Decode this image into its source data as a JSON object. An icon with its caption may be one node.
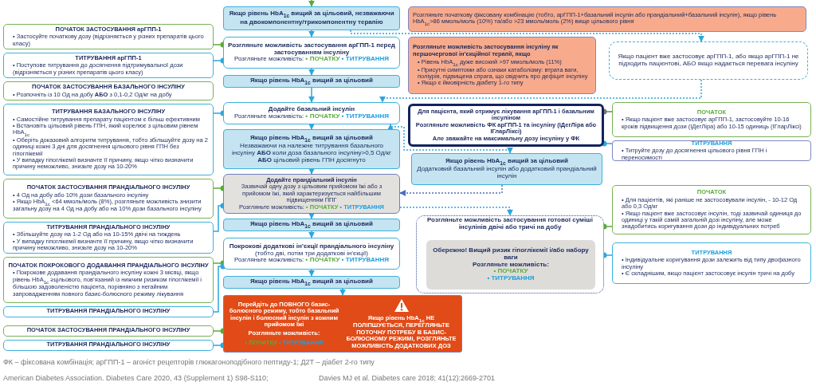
{
  "diagram": {
    "nodes": [
      {
        "text": [
          "Якщо рівень HbA$_{1c}$ вищий за цільовий, незважаючи на двокомпонентну/трикомпонентну терапію"
        ]
      },
      {
        "text": [
          "Розгляньте початкову фіксовану комбінацію (тобто, арГПП-1+базальний інсулін або прандіальний+базальний інсулін), якщо рівень HbA$_{1c}$>86 ммоль/моль (10%) та/або >23 ммоль/моль (2%) вище цільового рівня"
        ]
      },
      {
        "text": [
          "ПОЧАТОК ЗАСТОСУВАННЯ арГПП-1",
          "• Застосуйте початкову дозу (відрізняється у різних препаратів цього класу)"
        ]
      },
      {
        "text": [
          "ТИТРУВАННЯ арГПП-1",
          "• Поступове титрування до досягнення підтримувальної дози (відрізняється у різних препаратів цього класу)"
        ]
      },
      {
        "text": [
          "Розгляньте можливість застосування арГПП-1 перед застосуванням інсуліну",
          "Розгляньте можливість:",
          "▪ ПОЧАТКУ",
          "▪ ТИТРУВАННЯ"
        ]
      },
      {
        "text": [
          "Розгляньте можливість застосування інсуліну як першочергової ін’єкційної терапії, якщо",
          "• Рівень HbA$_{1c}$ дуже високий >97 ммоль/моль (11%)",
          "• Присутні симптоми або ознаки катаболізму: втрата ваги, поліурія, підвищена спрага, що свідчить про дефіцит інсуліну",
          "• Якщо є ймовірність діабету 1-го типу"
        ]
      },
      {
        "text": [
          "Якщо пацієнт вже застосовує арГПП-1, або якщо арГПП-1 не підходить пацієнтові, АБО якщо надається перевага інсуліну"
        ]
      },
      {
        "text": [
          "Якщо рівень HbA$_{1c}$ вищий за цільовий"
        ]
      },
      {
        "text": [
          "ПОЧАТОК ЗАСТОСУВАННЯ БАЗАЛЬНОГО ІНСУЛІНУ",
          "• Розпочніть із 10 Од на добу **АБО** з 0,1-0,2 Од/кг на добу"
        ]
      },
      {
        "text": [
          "Додайте базальний інсулін",
          "Розгляньте можливість:",
          "▪ ПОЧАТКУ",
          "▪ ТИТРУВАННЯ"
        ]
      },
      {
        "text": [
          "ТИТРУВАННЯ БАЗАЛЬНОГО ІНСУЛІНУ",
          "• Самостійне титрування препарату пацієнтом є більш ефективним",
          "• Встановіть цільовий рівень ГПН, який корелює з цільовим рівнем HbA$_{1c}$",
          "• Оберіть доказовий алгоритм титрування, тобто збільшуйте дозу на 2 одиниці кожні 3 дні для досягнення цільового рівня ГПН без гіпоглікемії",
          "• У випадку гіпоглікемії визначте її причину, якщо чітко визначити причину неможливо, знизьте дозу на 10-20%"
        ]
      },
      {
        "text": [
          "Для пацієнта, який отримує лікування арГПП-1 і базальним інсуліном",
          "Розгляньте можливість ФК арГПП-1 та інсуліну (ІДегЛіра або ІГларЛіксі)",
          "Але зважайте на максимальну дозу інсуліну у ФК"
        ]
      },
      {
        "text": [
          "ПОЧАТОК",
          "• Якщо пацієнт вже застосовує арГПП-1, застосовуйте 10-16 кроків підвищення дози (ІДегЛіра) або 10-15 одиниць (ІГларЛіксі)"
        ]
      },
      {
        "text": [
          "ТИТРУВАННЯ",
          "• Титруйте дозу до досягнення цільового рівня ГПН і переносимості"
        ]
      },
      {
        "text": [
          "Якщо рівень HbA$_{1c}$ вищий за цільовий",
          "Незважаючи на належне титрування базального інсуліну **АБО** коли доза базального інсуліну>0,5 Од/кг **АБО** цільовий рівень ГПН досягнуто"
        ]
      },
      {
        "text": [
          "Якщо рівень HbA$_{1c}$ вищий за цільовий",
          "Додатковий базальний інсулін або додатковий прандіальний інсулін"
        ]
      },
      {
        "text": [
          "ПОЧАТОК ЗАСТОСУВАННЯ ПРАНДІАЛЬНОГО ІНСУЛІНУ",
          "• 4 Од на добу або 10% дози базального інсуліну",
          "• Якщо HbA$_{1c}$ <64 ммоль/моль (8%), розгляньте можливість знизити загальну дозу на 4 Од на добу або на 10% дози базального інсуліну"
        ]
      },
      {
        "text": [
          "Додайте прандіальний інсулін",
          "Зазвичай одну дозу з цільовим прийомом їжі або з прийомом їжі, який характеризується найбільшим підвищенням ППГ",
          "Розгляньте можливість:",
          "▪ ПОЧАТКУ",
          "▪ ТИТРУВАННЯ"
        ]
      },
      {
        "text": [
          "ТИТРУВАННЯ ПРАНДІАЛЬНОГО ІНСУЛІНУ",
          "• Збільшуйте дозу на 1-2 Од або на 10-15% двічі на тиждень",
          "• У випадку гіпоглікемії визначте її причину, якщо чітко визначити причину неможливо, знизьте дозу на 10-20%"
        ]
      },
      {
        "text": [
          "ПОЧАТОК",
          "• Для пацієнтів, які раніше не застосовували інсулін, - 10-12 Од або 0,3 Од/кг",
          "• Якщо пацієнт вже застосовує інсулін, тоді зазвичай одиниця до одиниці у такій самій загальній дозі інсуліну, але може знадобитись коригування дози до індивідуальних потреб"
        ]
      },
      {
        "text": [
          "Якщо рівень HbA$_{1c}$ вищий за цільовий"
        ]
      },
      {
        "text": [
          "Розгляньте можливість застосування готової суміші інсулінів двічі або тричі на добу"
        ]
      },
      {
        "text": [
          "Обережно! Вищий ризик гіпоглікемії і/або набору ваги",
          "Розгляньте можливість:",
          "• ПОЧАТКУ",
          "• ТИТРУВАННЯ"
        ],
        "in": 21
      },
      {
        "text": [
          "ТИТРУВАННЯ",
          "• Індивідуальне коригування дози залежить від типу двофазного інсуліну",
          "• Є складнішим, якщо пацієнт застосовує інсулін тричі на добу"
        ]
      },
      {
        "text": [
          "ПОЧАТОК ПОКРОКОВОГО ДОДАВАННЯ ПРАНДІАЛЬНОГО ІНСУЛІНУ",
          "• Покрокове додавання прандіального інсуліну кожні 3 місяці, якщо рівень HbA$_{1c}$ ≥цільового, пов’язаний із нижчим ризиком гіпоглікемії і більшою задоволеністю пацієнта, порівняно з негайним запровадженням повного базис-болюсного режиму лікування"
        ]
      },
      {
        "text": [
          "Покрокові додаткові ін’єкції прандіального інсуліну",
          "(тобто дві, потім три додаткові ін’єкції)",
          "Розгляньте можливість:",
          "▪ ПОЧАТКУ",
          "▪ ТИТРУВАННЯ"
        ]
      },
      {
        "text": [
          "ТИТРУВАННЯ ПРАНДІАЛЬНОГО ІНСУЛІНУ"
        ]
      },
      {
        "text": [
          "Якщо рівень HbA$_{1c}$ вищий за цільовий"
        ]
      },
      {
        "text": [
          "Перейдіть до ПОВНОГО базис-болюсного режиму, тобто базальний інсулін і болюсний інсулін з кожним прийомом їжі",
          "Розгляньте можливість:",
          "• ПОЧАТКУ",
          "• ТИТРУВАННЯ",
          "Якщо рівень HbA$_{1c}$ НЕ ПОЛІПШУЄТЬСЯ, ПЕРЕГЛЯНЬТЕ ПОТОЧНУ ПОТРЕБУ В БАЗИС-БОЛЮСНОМУ РЕЖИМІ, РОЗГЛЯНЬТЕ МОЖЛИВІСТЬ ДОДАТКОВИХ ДОЗ"
        ]
      },
      {
        "text": [
          "ПОЧАТОК ЗАСТОСУВАННЯ ПРАНДІАЛЬНОГО ІНСУЛІНУ"
        ]
      },
      {
        "text": [
          "ТИТРУВАННЯ ПРАНДІАЛЬНОГО ІНСУЛІНУ"
        ]
      }
    ],
    "edges": [
      {
        "from": null,
        "to": 0,
        "arrow": "to",
        "color": "#5aab3c"
      },
      {
        "from": 0,
        "to": 4,
        "arrow": "to"
      },
      {
        "from": 4,
        "to": 7,
        "arrow": "to"
      },
      {
        "from": 7,
        "to": 9,
        "arrow": "to"
      },
      {
        "from": 9,
        "to": 14,
        "arrow": "to"
      },
      {
        "from": 14,
        "to": 17,
        "arrow": "to"
      },
      {
        "from": 17,
        "to": 20,
        "arrow": "to"
      },
      {
        "from": 20,
        "to": 25,
        "arrow": "to"
      },
      {
        "from": 25,
        "to": 27,
        "arrow": "to"
      },
      {
        "from": 27,
        "to": 28,
        "arrow": "to"
      },
      {
        "from": 0,
        "to": 6,
        "arrow": "to",
        "style": "dashed"
      },
      {
        "from": 6,
        "to": 9,
        "arrow": "to",
        "style": "dashed"
      },
      {
        "from": 9,
        "to": 15,
        "arrow": "both",
        "style": "dashed"
      },
      {
        "from": 15,
        "to": 17,
        "arrow": "to",
        "style": "dashed",
        "color": "#4a6fc0"
      },
      {
        "from": 17,
        "to": 21,
        "arrow": "to",
        "style": "dashed"
      },
      {
        "from": 2,
        "to": 4,
        "arrow": "other",
        "color": "#5aab3c"
      },
      {
        "from": 3,
        "to": 4,
        "arrow": "other"
      },
      {
        "from": 10,
        "to": 9,
        "arrow": "other"
      },
      {
        "from": 16,
        "to": 17,
        "arrow": "other",
        "color": "#5aab3c"
      },
      {
        "from": 18,
        "to": 17,
        "arrow": "other"
      },
      {
        "from": 24,
        "to": 25,
        "arrow": "other",
        "color": "#5aab3c"
      },
      {
        "from": 26,
        "to": 25,
        "arrow": "other"
      },
      {
        "from": 29,
        "to": 28,
        "arrow": "other",
        "color": "#5aab3c"
      },
      {
        "from": 30,
        "to": 28,
        "arrow": "other"
      },
      {
        "from": 12,
        "to": 11,
        "arrow": "other",
        "color": "#777777"
      },
      {
        "from": 13,
        "to": 11,
        "arrow": "other"
      },
      {
        "from": 19,
        "to": 21,
        "arrow": "other",
        "color": "#5aab3c"
      },
      {
        "from": 23,
        "to": 21,
        "arrow": "other"
      }
    ],
    "labels": [
      "ФК – фіксована комбінація; арГПП-1 – агоніст рецепторів глюкагоноподібного пептиду-1; Д2Т – діабет 2-го типу",
      "American Diabetes Association. Diabetes Care 2020, 43 (Supplement 1) S98-S110;",
      "Davies MJ et al. Diabetes care 2018; 41(12):2669-2701"
    ]
  }
}
